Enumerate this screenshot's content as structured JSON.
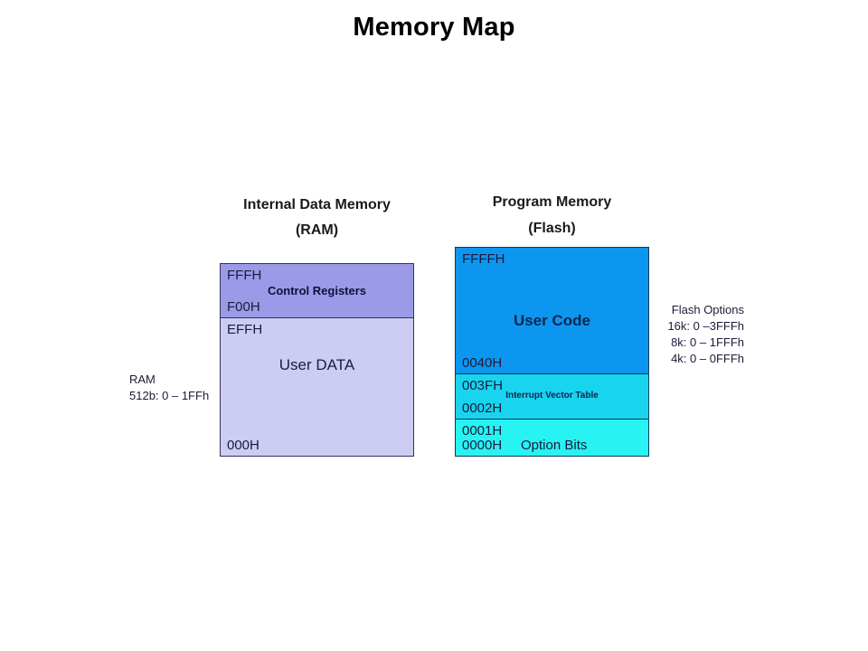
{
  "slide": {
    "title": "Memory Map"
  },
  "ram_column": {
    "heading": "Internal Data Memory",
    "subheading": "(RAM)",
    "blocks": [
      {
        "name": "control-registers",
        "label": "Control Registers",
        "addr_top": "FFFH",
        "addr_bottom": "F00H",
        "color": "#9a9ae8"
      },
      {
        "name": "user-data",
        "label": "User DATA",
        "addr_top": "EFFH",
        "addr_bottom": "000H",
        "color": "#cdcdf4"
      }
    ],
    "annotation": {
      "title": "RAM",
      "range": "512b: 0 – 1FFh"
    }
  },
  "flash_column": {
    "heading": "Program Memory",
    "subheading": "(Flash)",
    "blocks": [
      {
        "name": "user-code",
        "label": "User Code",
        "addr_top": "FFFFH",
        "addr_bottom": "0040H",
        "color": "#0d96ef"
      },
      {
        "name": "interrupt-vector-table",
        "label": "Interrupt Vector Table",
        "addr_top": "003FH",
        "addr_bottom": "0002H",
        "color": "#18d4ee"
      },
      {
        "name": "option-bits",
        "label": "Option Bits",
        "addr_top": "0001H",
        "addr_bottom": "0000H",
        "color": "#28f3f3"
      }
    ],
    "annotation": {
      "title": "Flash Options",
      "options": [
        "16k: 0 –3FFFh",
        "8k: 0 – 1FFFh",
        "4k: 0 – 0FFFh"
      ]
    }
  }
}
